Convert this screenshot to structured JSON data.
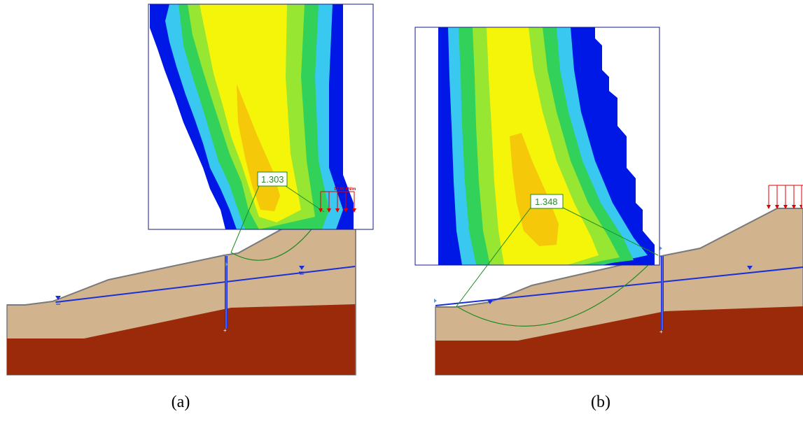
{
  "panels": [
    {
      "id": "a",
      "caption": "(a)",
      "factor_of_safety": "1.303",
      "distributed_load_label": "12.00 kN/m"
    },
    {
      "id": "b",
      "caption": "(b)",
      "factor_of_safety": "1.348",
      "distributed_load_label": ""
    }
  ],
  "colors": {
    "contour_blue": "#0018e6",
    "contour_cyan": "#38c8f0",
    "contour_green": "#32d25a",
    "contour_lightgreen": "#96e632",
    "contour_yellow": "#f5f50a",
    "contour_orange": "#f5c80a",
    "soil_upper": "#d1b48e",
    "soil_lower": "#9b2a0a",
    "water_table": "#1a2fd6",
    "slip_surface": "#1f8a1f",
    "load_arrows": "#e00000"
  }
}
